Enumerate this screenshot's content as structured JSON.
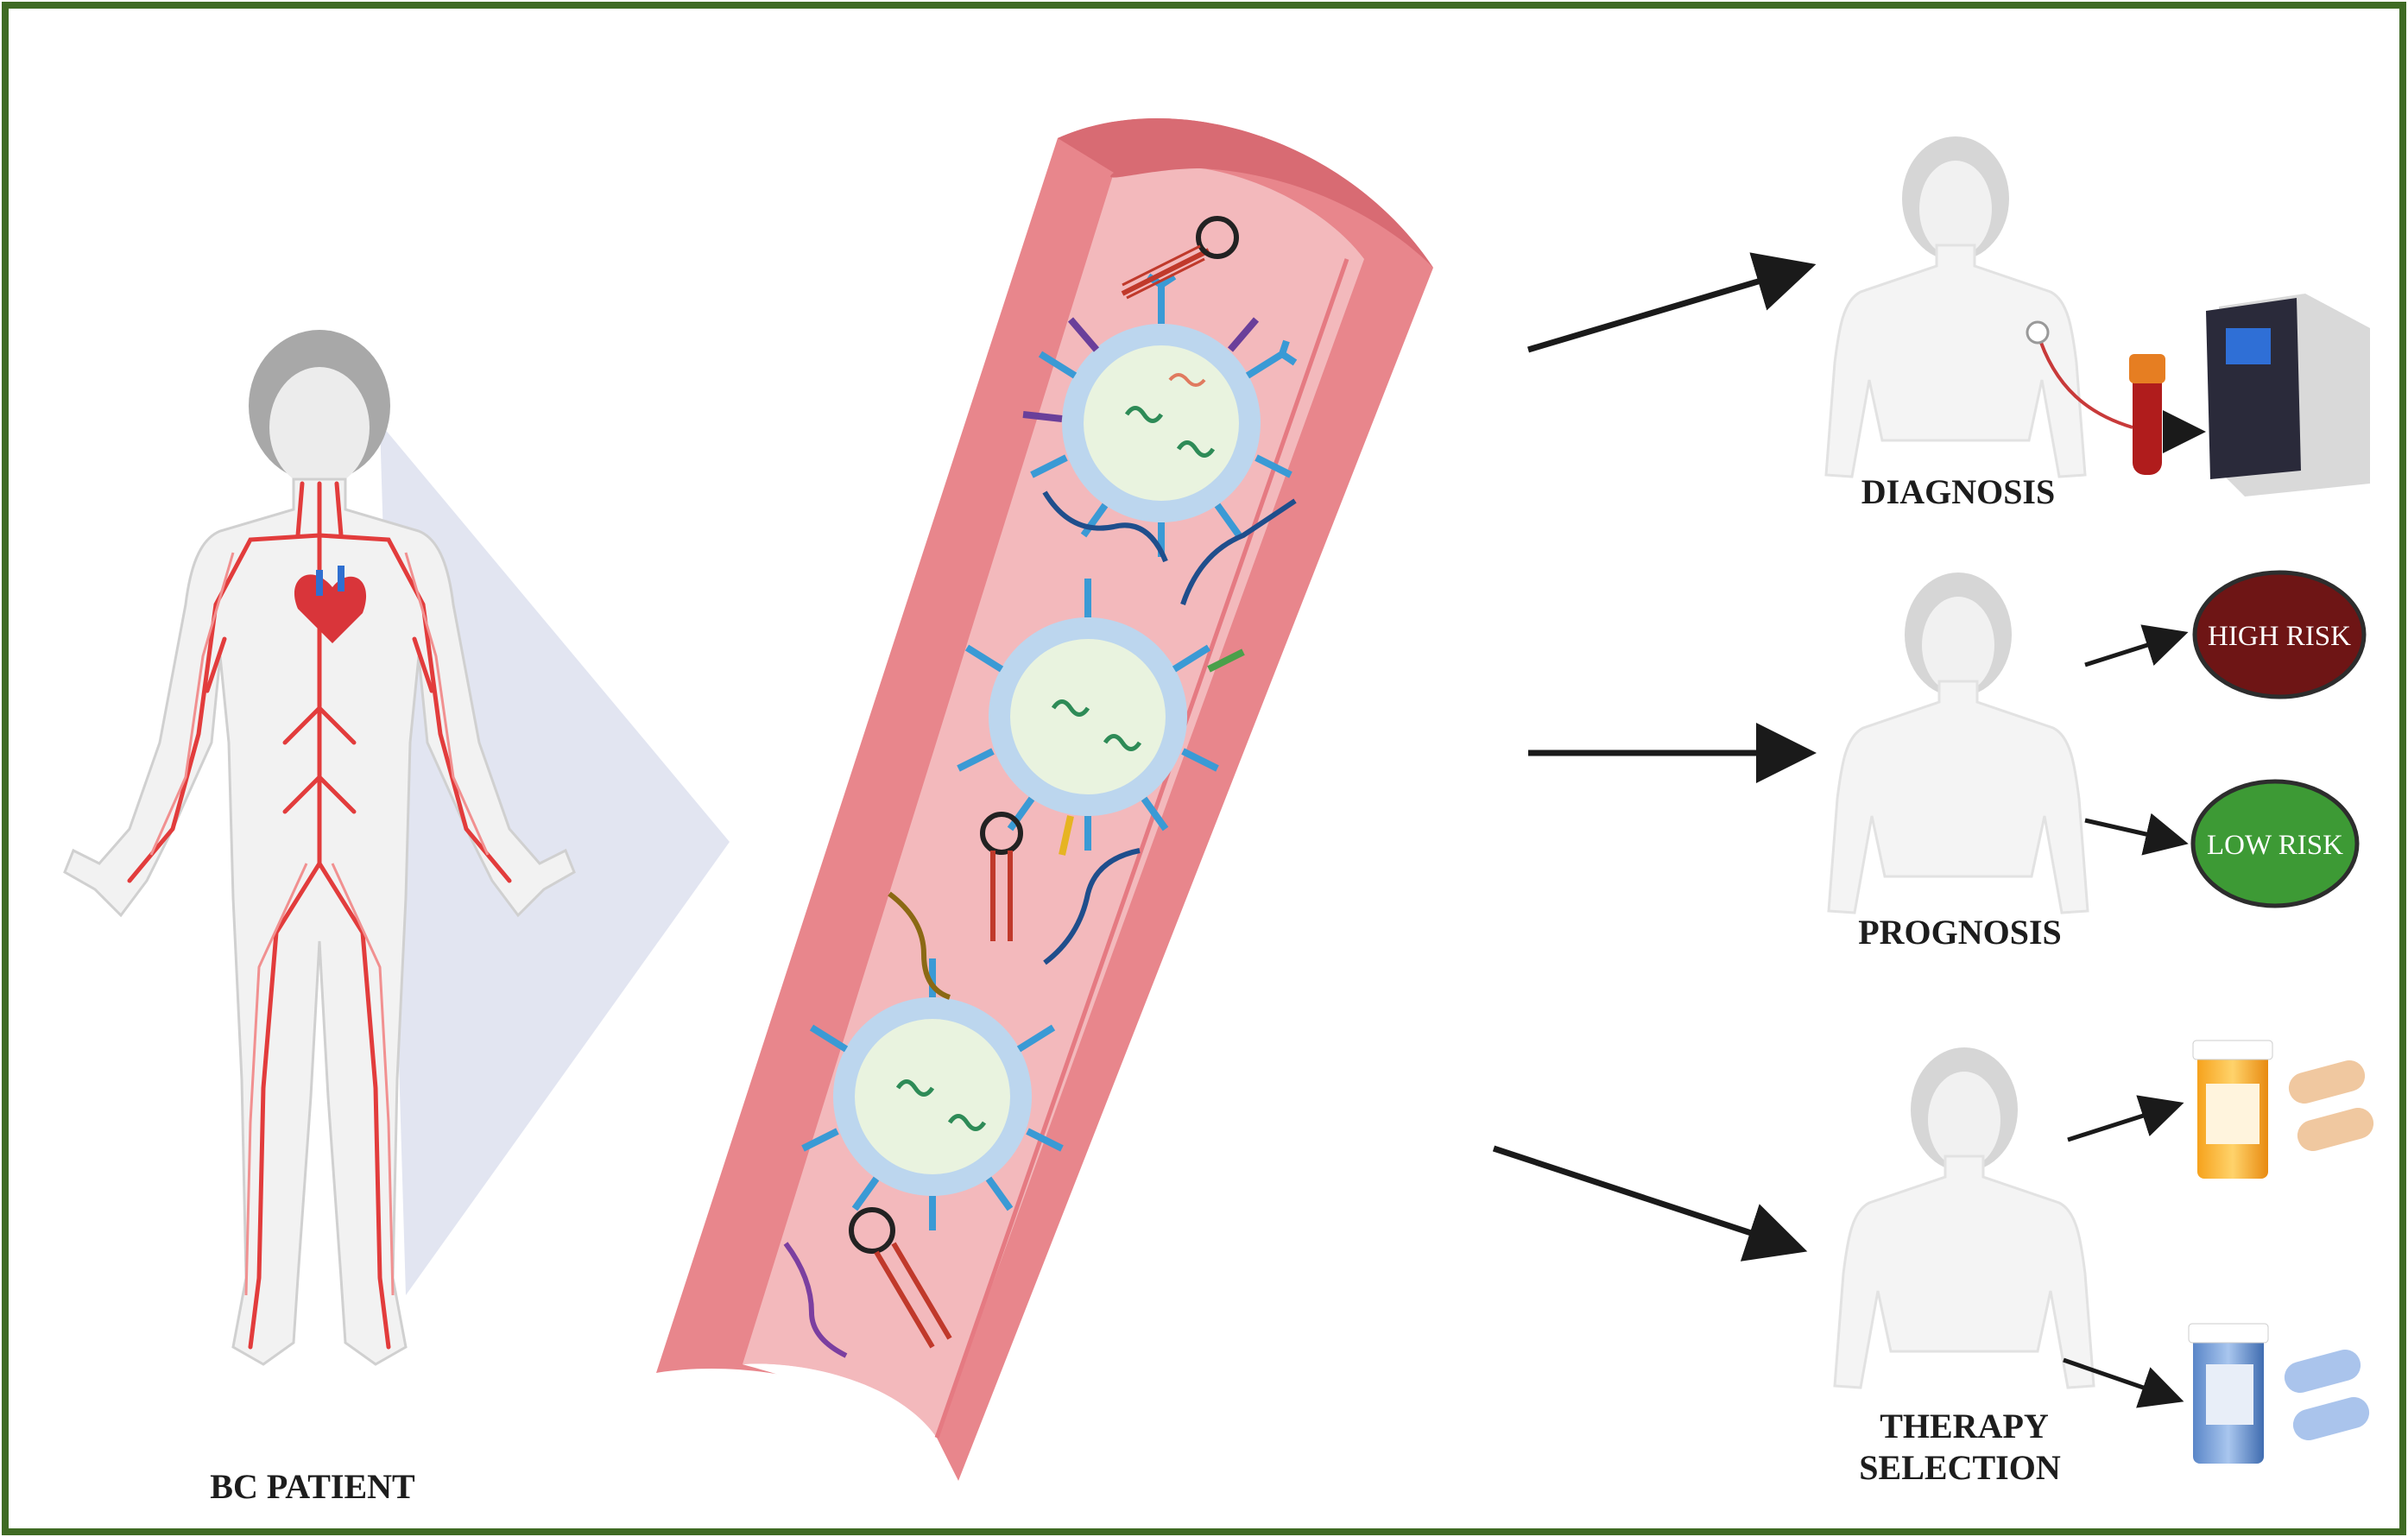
{
  "labels": {
    "patient": "BC PATIENT",
    "diagnosis": "DIAGNOSIS",
    "prognosis": "PROGNOSIS",
    "therapy_line1": "THERAPY",
    "therapy_line2": "SELECTION",
    "high_risk": "HIGH RISK",
    "low_risk": "LOW RISK"
  },
  "colors": {
    "frame": "#3f6b24",
    "vessel_outer": "#e8868c",
    "vessel_inner": "#f3b9bc",
    "artery": "#e23c3c",
    "high_risk": "#6e1515",
    "low_risk": "#3d9a35",
    "arrow": "#1a1a1a"
  },
  "icons": {
    "patient_figure": "female-body-circulatory-icon",
    "vessel": "blood-vessel-icon",
    "exosome": "exosome-icon",
    "mirna": "mirna-hairpin-icon",
    "device": "pcr-machine-icon",
    "blood_tube": "blood-tube-icon",
    "pills": "pill-icon",
    "pill_bottle": "pill-bottle-icon"
  }
}
